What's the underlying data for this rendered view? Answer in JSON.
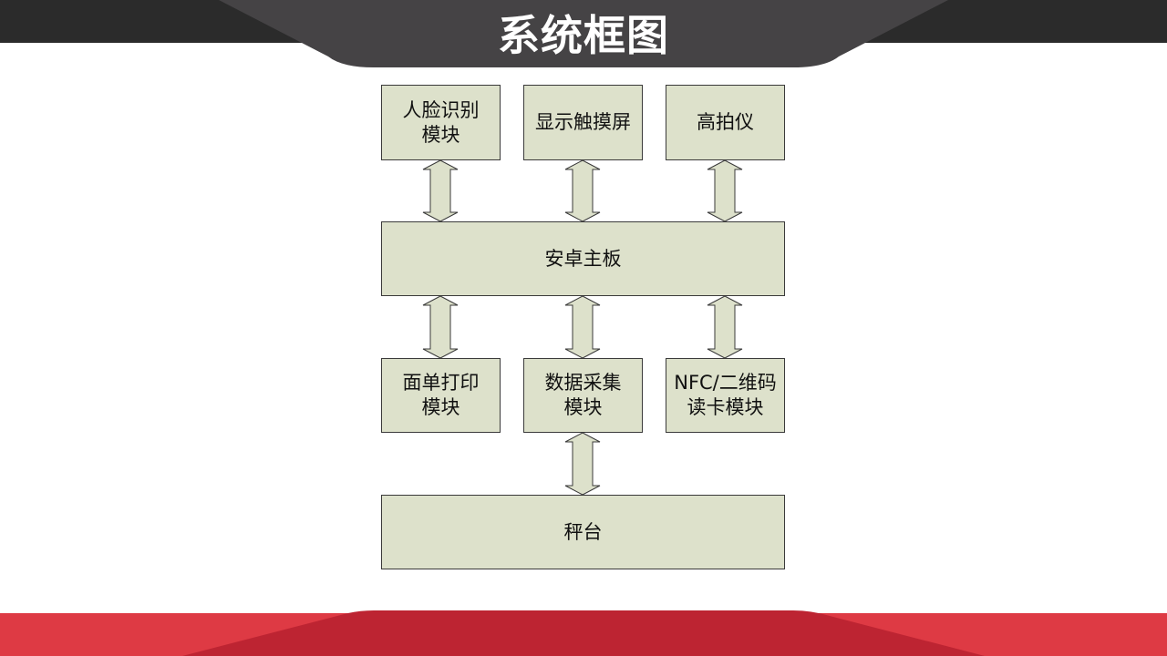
{
  "slide": {
    "title": "系统框图"
  },
  "theme": {
    "header_dark": "#2b2b2b",
    "header_tab": "#454345",
    "footer_red": "#de3a44",
    "footer_dark_red": "#bd2432",
    "block_fill": "#dde1cb",
    "block_border": "#3a3a3a"
  },
  "diagram": {
    "blocks": {
      "face_recognition": "人脸识别\n模块",
      "touch_screen": "显示触摸屏",
      "document_camera": "高拍仪",
      "android_board": "安卓主板",
      "label_printing": "面单打印\n模块",
      "data_acquisition": "数据采集\n模块",
      "nfc_qr_reader": "NFC/二维码\n读卡模块",
      "scale_platform": "秤台"
    }
  }
}
